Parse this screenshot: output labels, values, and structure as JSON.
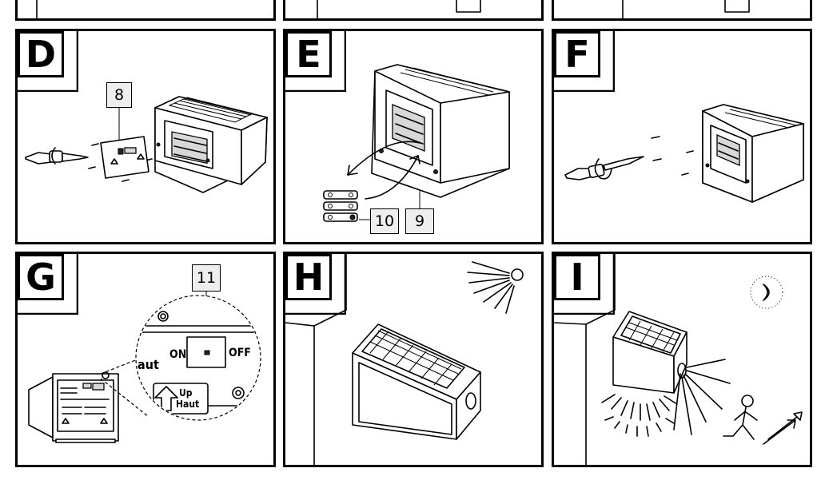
{
  "panels": {
    "d": {
      "letter": "D",
      "callouts": [
        "8"
      ]
    },
    "e": {
      "letter": "E",
      "callouts": [
        "10",
        "9"
      ]
    },
    "f": {
      "letter": "F"
    },
    "g": {
      "letter": "G",
      "callouts": [
        "11"
      ],
      "switch_on": "ON",
      "switch_off": "OFF",
      "side_text": "aut",
      "up_label": "Up",
      "haut_label": "Haut"
    },
    "h": {
      "letter": "H"
    },
    "i": {
      "letter": "I"
    }
  },
  "icons": {
    "d": [
      "screwdriver-icon",
      "mounting-plate-icon",
      "solar-lamp-icon"
    ],
    "e": [
      "solar-lamp-icon",
      "remove-arrow-icon",
      "battery-icon"
    ],
    "f": [
      "screwdriver-icon",
      "solar-lamp-icon"
    ],
    "g": [
      "solar-lamp-icon",
      "magnifier-circle-icon",
      "on-off-switch-icon",
      "up-arrow-icon"
    ],
    "h": [
      "sun-icon",
      "solar-lamp-icon"
    ],
    "i": [
      "moon-icon",
      "solar-lamp-icon",
      "walking-person-icon",
      "light-rays-icon"
    ]
  }
}
